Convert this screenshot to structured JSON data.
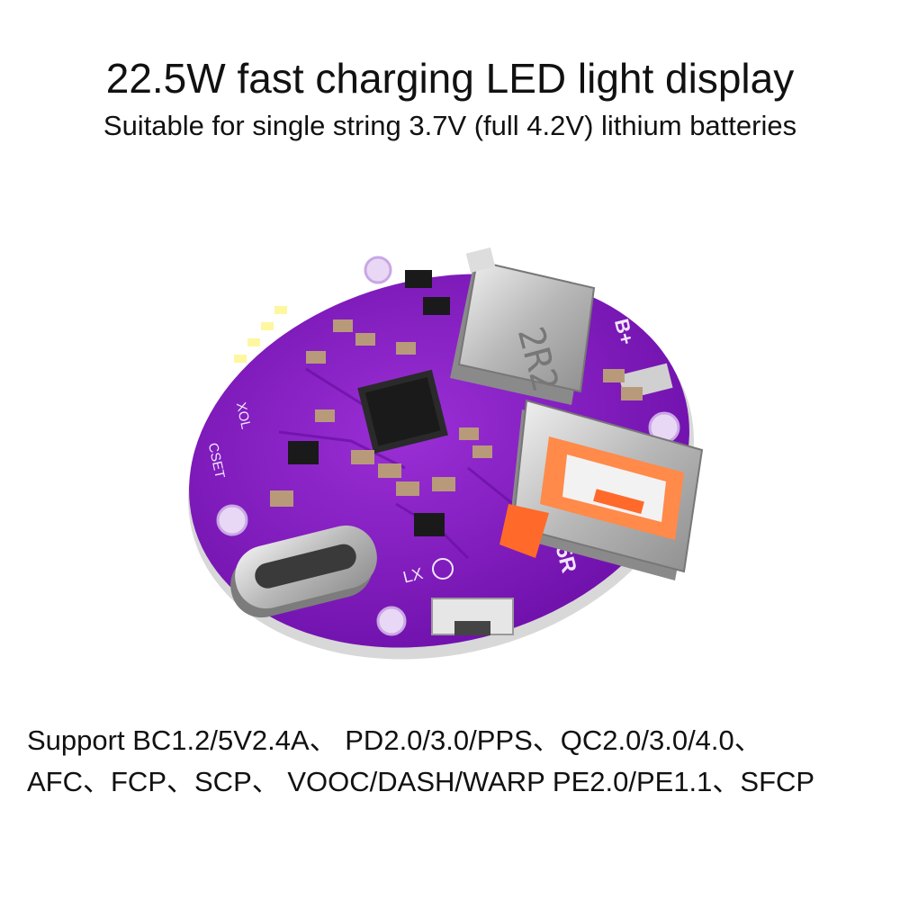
{
  "header": {
    "title": "22.5W fast charging LED light display",
    "subtitle": "Suitable for single string 3.7V (full 4.2V) lithium batteries"
  },
  "board": {
    "silk_model": "LX-PB225R",
    "silk_brand": "LX",
    "silk_bplus": "B+",
    "silk_inductor": "2R2",
    "silk_cset": "CSET",
    "silk_xol": "XOL",
    "colors": {
      "pcb": "#8a1fc4",
      "pcb_dark": "#5e0f8f",
      "silk": "#f2e6ff",
      "metal": "#c9c9c9",
      "usb_tab": "#ff6a2a",
      "led": "#fff6a0"
    }
  },
  "footer": {
    "line1": "Support BC1.2/5V2.4A、 PD2.0/3.0/PPS、QC2.0/3.0/4.0、",
    "line2": "AFC、FCP、SCP、 VOOC/DASH/WARP PE2.0/PE1.1、SFCP"
  }
}
